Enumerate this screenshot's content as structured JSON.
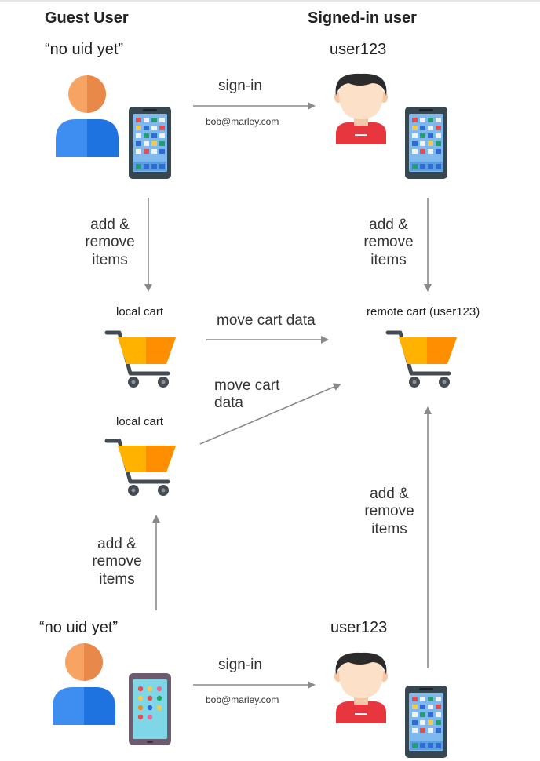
{
  "headers": {
    "guest": "Guest User",
    "signed": "Signed-in user"
  },
  "top": {
    "guest_uid": "“no uid yet”",
    "user_uid": "user123",
    "signin": "sign-in",
    "email": "bob@marley.com"
  },
  "mid": {
    "add_left_1": "add &",
    "add_left_2": "remove",
    "add_left_3": "items",
    "add_right_1": "add &",
    "add_right_2": "remove",
    "add_right_3": "items",
    "local_cart": "local cart",
    "remote_cart": "remote cart (user123)",
    "move_cart_data": "move cart data",
    "move_cart_1": "move cart",
    "move_cart_2": "data"
  },
  "lower": {
    "local_cart": "local cart",
    "add_left_1": "add &",
    "add_left_2": "remove",
    "add_left_3": "items",
    "add_right_1": "add &",
    "add_right_2": "remove",
    "add_right_3": "items"
  },
  "bottom": {
    "guest_uid": "“no uid yet”",
    "user_uid": "user123",
    "signin": "sign-in",
    "email": "bob@marley.com"
  },
  "colors": {
    "arrow": "#8a8a8a",
    "guest_head": "#f6a364",
    "guest_body": "#3d8ef0",
    "user_hair": "#2b2b2b",
    "user_skin": "#fde0c8",
    "user_shirt": "#e8363f",
    "phone": "#37474f",
    "cart": "#ffa000",
    "cart_frame": "#444b52"
  }
}
